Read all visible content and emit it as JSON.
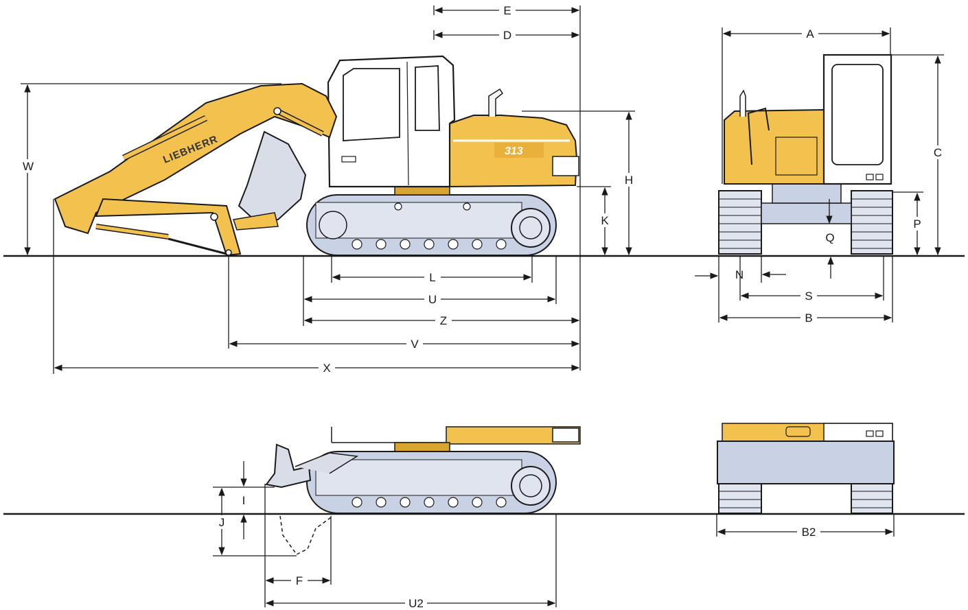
{
  "brand": "LIEBHERR",
  "model": "313",
  "colors": {
    "body": "#f2c14e",
    "body_dark": "#d9a531",
    "track": "#c9d1e4",
    "line": "#1a1a1a"
  },
  "dimensions": {
    "E": "E",
    "D": "D",
    "A": "A",
    "C": "C",
    "W": "W",
    "H": "H",
    "K": "K",
    "P": "P",
    "Q": "Q",
    "L": "L",
    "U": "U",
    "Z": "Z",
    "V": "V",
    "X": "X",
    "N": "N",
    "S": "S",
    "B": "B",
    "I": "I",
    "J": "J",
    "F": "F",
    "U2": "U2",
    "B2": "B2"
  }
}
